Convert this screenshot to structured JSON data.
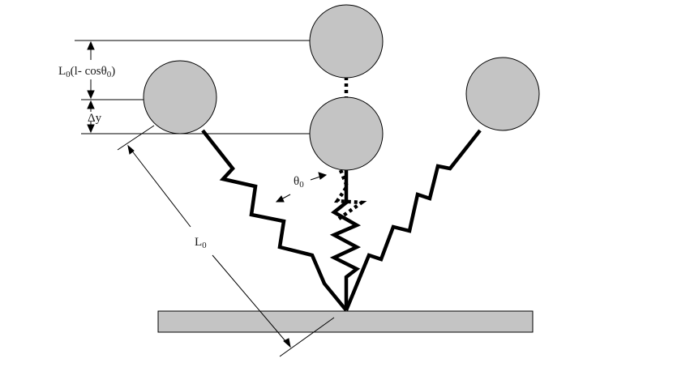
{
  "labels": {
    "height_L": "L",
    "height_sub": "0",
    "height_expr": "(l- cosθ",
    "height_sub2": "0",
    "height_close": ")",
    "delta_y": "Δy",
    "theta": "θ",
    "theta_sub": "0",
    "length_L": "L",
    "length_sub": "0"
  },
  "colors": {
    "ball_fill": "#c4c4c4",
    "base_fill": "#c4c4c4",
    "stroke": "#000000"
  }
}
